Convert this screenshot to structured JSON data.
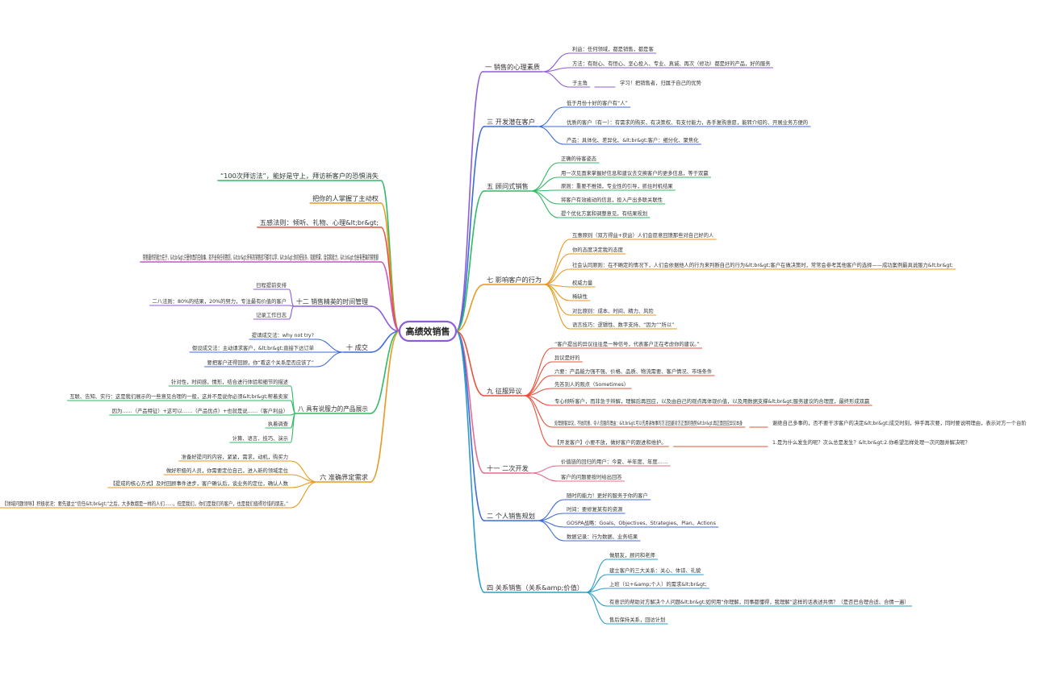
{
  "root": "高绩效销售",
  "branches": [
    {
      "label": "一 销售的心理素质",
      "color": "#8e5cd9",
      "children": [
        {
          "label": "利益：任何领域，都是销售，都是客"
        },
        {
          "label": "方法：有耐心、有恒心、坚心投入、专业、真诚、再次（修功）都是好的产品，好的服务"
        },
        {
          "label": "于主角",
          "sub": "学习！把销售者，归属于自己的优势"
        }
      ]
    },
    {
      "label": "三 开发潜在客户",
      "color": "#3d6bd8",
      "children": [
        {
          "label": "低于月份十好的客户有“人”"
        },
        {
          "label": "优质的客户（有一）：有需求的购买、有决策权、有支付能力，各手复购意愿，能转介绍的、开展业务方便的"
        },
        {
          "label": "产品：具体化、差异化、&lt;br&gt;客户：细分化、聚焦化"
        }
      ]
    },
    {
      "label": "五 顾问式销售",
      "color": "#2fba64",
      "children": [
        {
          "label": "正确的待客姿态"
        },
        {
          "label": "用一次见面来掌握好信息和建议去交换客户的更多信息，等于双赢"
        },
        {
          "label": "原则：重要不推销，专业性的引导，抓住时机结果"
        },
        {
          "label": "将客户有效被动的信息，投入产出多联关联性"
        },
        {
          "label": "提个优化方案和调整意见，有结果规划"
        }
      ]
    },
    {
      "label": "七 影响客户的行为",
      "color": "#e69a1f",
      "children": [
        {
          "label": "互惠原则（双方得益+获益）人们会愿意回馈那些对自己好的人"
        },
        {
          "label": "你的态度决定我的态度"
        },
        {
          "label": "社会认同原则：在不确定的情况下，人们会依据他人的行为来判断自己的行为&lt;br&gt;客户在做决策时，常常会参考其他客户的选择——成功案例最具说服力&lt;br&gt;"
        },
        {
          "label": "权威力量"
        },
        {
          "label": "稀缺性"
        },
        {
          "label": "对比原则：成本、时间、精力、风险"
        },
        {
          "label": "语言技巧：逻辑性、数字支持、“因为”“所以”"
        }
      ]
    },
    {
      "label": "九 征服异议",
      "color": "#e8503a",
      "children": [
        {
          "label": "“客户提出的异议往往是一种信号，代表客户正在考虑你的建议。”"
        },
        {
          "label": "异议是好的"
        },
        {
          "label": "六要：产品能力强不强、价格、品质、物流需要、客户情况、市场条件"
        },
        {
          "label": "先答别人的观点（Sometimes）"
        },
        {
          "label": "专心倾听客户，而非急于辩解，理解后再回应，以及由自己的观点再体现价值，以及用数据支撑&lt;br&gt;服务建议的合理度，最终形成双赢"
        },
        {
          "label": "处理顾客异议，不妨同意、令人信服的理由：&lt;br&gt;可以先用讲故事的方法回避对方正面的强势&lt;br&gt;再正面回应异议本身",
          "sub": "谢绝自己多事的，否不要干涉客户的决定&lt;br&gt;成交时刻，伸手再次要，同时要说明理由，表示对方一个台阶"
        },
        {
          "label": "【开发客户】小要不放，做好客户的跟进和维护。",
          "sub": "1.是为什么发生的呢？次么总是发生？&lt;br&gt;2.你希望怎样处理一次问题并解决呢？"
        }
      ]
    },
    {
      "label": "十一 二次开发",
      "color": "#e86a8a",
      "children": [
        {
          "label": "价值链的回归的用户：今夏、半年度、年度……"
        },
        {
          "label": "客户的问题要按时给出回答"
        }
      ]
    },
    {
      "label": "二 个人销售规划",
      "color": "#3d6bd8",
      "children": [
        {
          "label": "随时的能力！更好的服务于你的客户"
        },
        {
          "label": "时间：要修复某有的资源"
        },
        {
          "label": "GOSPA战略：Goals、Objectives、Strategies、Plan、Actions"
        },
        {
          "label": "数据记录：行为数据、业务结果"
        }
      ]
    },
    {
      "label": "四 关系销售（关系&amp;价值）",
      "color": "#2a9dc9",
      "children": [
        {
          "label": "做朋友，顾问和老师"
        },
        {
          "label": "建立客户的三大关系：关心、体谅、礼貌"
        },
        {
          "label": "上班（公+&amp;个人）的需求&lt;br&gt;"
        },
        {
          "label": "有意识的帮助对方解决个人问题&lt;br&gt;如何用“你理解，同事都懂得，我理解”这样的话表述共情？（是否巴合理合适、合情一遍）"
        },
        {
          "label": "售后保持关系，回访计划"
        }
      ]
    },
    {
      "label": "“100次拜访法”，能好是守上，拜访新客户的恐惧消失",
      "color": "#2fba64",
      "children": []
    },
    {
      "label": "把你的人掌握了主动权",
      "color": "#e69a1f",
      "children": []
    },
    {
      "label": "五感法则：倾听、礼物、心理&lt;br&gt;",
      "color": "#e8503a",
      "children": []
    },
    {
      "label": "销售最终的能力在于，&lt;br&gt;只要你真的在做事，就不会有任何抱怨，&lt;br&gt;所有的销售技巧都可以学，&lt;br&gt;你的经验多，就能积累，自信和能力，&lt;br&gt;也会有更高的销售额",
      "color": "#c955c0",
      "children": []
    },
    {
      "label": "十二 销售精英的时间管理",
      "color": "#8e5cd9",
      "children": [
        {
          "label": "日程提前安排"
        },
        {
          "label": "二八法则：80%的结果，20%的努力，专注最有价值的客户"
        },
        {
          "label": "记录工作日志"
        }
      ]
    },
    {
      "label": "十 成交",
      "color": "#3d6bd8",
      "children": [
        {
          "label": "提请成交法：why not try?"
        },
        {
          "label": "假设成交法：主动请求客户，&lt;br&gt;直接下达订单"
        },
        {
          "label": "要把客户还得回顾，你“看这个关系是否应该了”"
        }
      ]
    },
    {
      "label": "八 具有说服力的产品展示",
      "color": "#2fba64",
      "children": [
        {
          "label": "针对性，时间感，情形，结合进行体验和细节的描述"
        },
        {
          "label": "互联、告知、实行：这是我们展示的一些意见合理的一般，这并不是说你必须&lt;br&gt;帮着卖家"
        },
        {
          "label": "因为……（产品特征）+这可以……（产品优点）+也就是说……（客户利益）"
        },
        {
          "label": "执着调查"
        },
        {
          "label": "计算、语言、技巧、演示"
        }
      ]
    },
    {
      "label": "六 准确界定需求",
      "color": "#e69a1f",
      "children": [
        {
          "label": "准备好提问的内容，紧紧，需求，动机，购买力"
        },
        {
          "label": "做好积极的人员，你需要定位自己，进入新的领域定位"
        },
        {
          "label": "【提成的核心方式】及时回顾事件进步，客户确认后，谈业务的定位，确认人数"
        },
        {
          "label": "【领域问题领导】积极状况：要先建立“信任&lt;br&gt;”之后，大多数都是一样的人们……，但是我们，你们是我们的客户，也是我们值得珍惜的朋友。”"
        }
      ]
    }
  ]
}
